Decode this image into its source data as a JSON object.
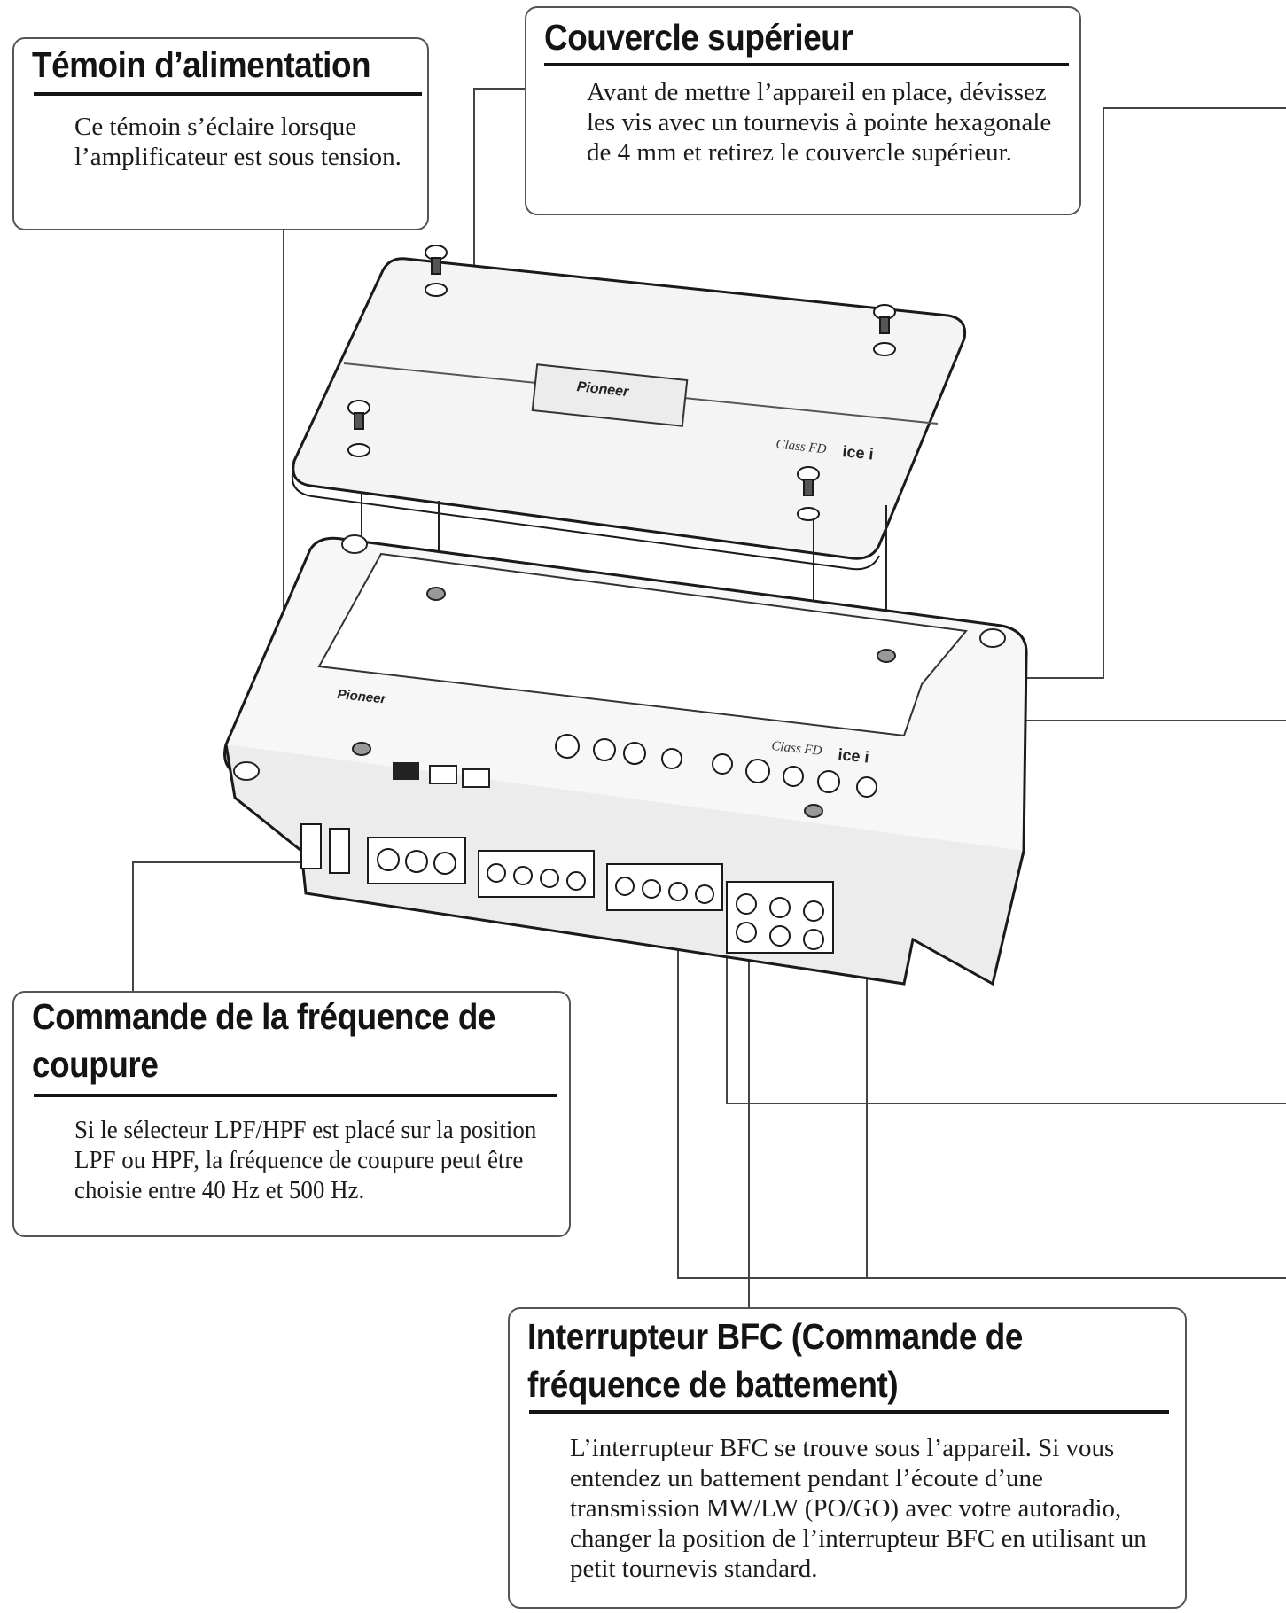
{
  "callouts": {
    "power_indicator": {
      "title": "Témoin d’alimentation",
      "body": "Ce témoin s’éclaire lorsque l’amplificateur est sous tension."
    },
    "top_cover": {
      "title": "Couvercle supérieur",
      "body": "Avant de mettre l’appareil en place, dévissez les vis avec un tournevis à pointe hexagonale de 4 mm et retirez le couvercle supérieur."
    },
    "cutoff_control": {
      "title": "Commande de la fréquence de coupure",
      "body": "Si le sélecteur LPF/HPF est placé sur la position LPF ou HPF, la fréquence de coupure peut être choisie entre 40 Hz et 500 Hz."
    },
    "bfc_switch": {
      "title": "Interrupteur BFC (Commande de fréquence de battement)",
      "body": "L’interrupteur BFC se trouve sous l’appareil. Si vous entendez un battement pendant l’écoute d’une transmission MW/LW (PO/GO) avec votre autoradio, changer la position de l’interrupteur BFC en utilisant un petit tournevis standard."
    }
  },
  "device": {
    "brand": "Pioneer",
    "badge_text": "Class FD",
    "logo_text": "ice i"
  },
  "colors": {
    "ink": "#141414",
    "line": "#444444",
    "box_border": "#555555"
  }
}
